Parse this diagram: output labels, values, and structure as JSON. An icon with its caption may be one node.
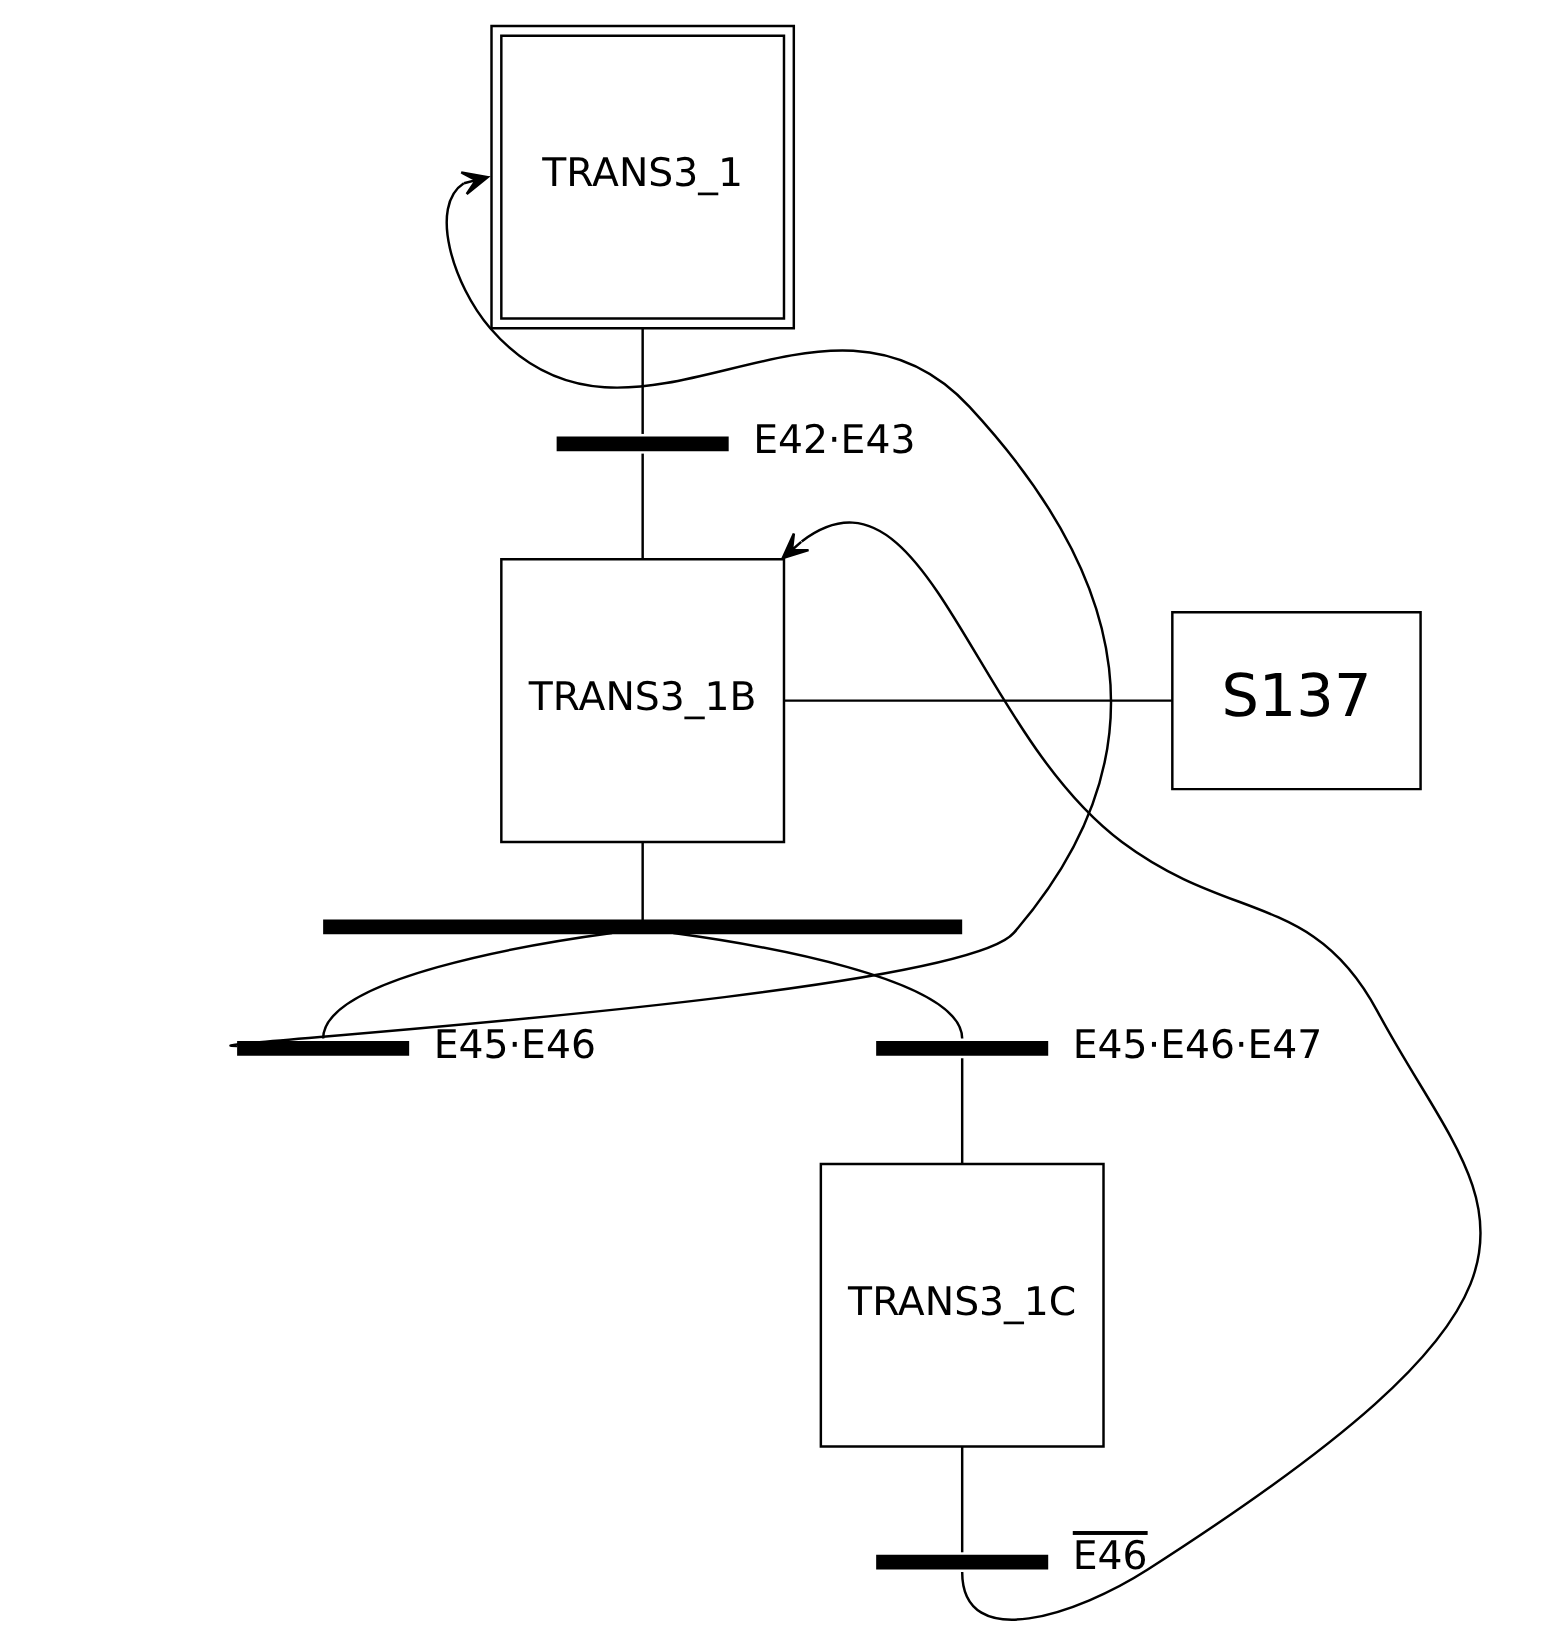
{
  "diagram": {
    "nodes": [
      {
        "text": [
          "TRANS3_1"
        ]
      },
      {
        "text": [],
        "shape": "bar",
        "beside": [
          "E42·E43"
        ]
      },
      {
        "text": [
          "TRANS3_1B"
        ]
      },
      {
        "text": [
          "S137"
        ]
      },
      {
        "text": [],
        "shape": "bar"
      },
      {
        "text": [],
        "shape": "bar",
        "beside": [
          "E45·E46"
        ]
      },
      {
        "text": [],
        "shape": "bar",
        "beside": [
          "E45·E46·E47"
        ]
      },
      {
        "text": [
          "TRANS3_1C"
        ]
      },
      {
        "text": [],
        "shape": "bar",
        "beside": [
          "E46"
        ]
      }
    ],
    "edges": [
      {
        "from": 0,
        "to": 1,
        "arrow": "none"
      },
      {
        "from": 1,
        "to": 2,
        "arrow": "none"
      },
      {
        "from": 2,
        "to": 3,
        "arrow": "none"
      },
      {
        "from": 2,
        "to": 4,
        "arrow": "none"
      },
      {
        "from": 4,
        "to": 5,
        "arrow": "none"
      },
      {
        "from": 4,
        "to": 6,
        "arrow": "none"
      },
      {
        "from": 6,
        "to": 7,
        "arrow": "none"
      },
      {
        "from": 7,
        "to": 8,
        "arrow": "none"
      },
      {
        "from": 5,
        "to": 0,
        "arrow": "to"
      },
      {
        "from": 8,
        "to": 2,
        "arrow": "to"
      }
    ]
  }
}
